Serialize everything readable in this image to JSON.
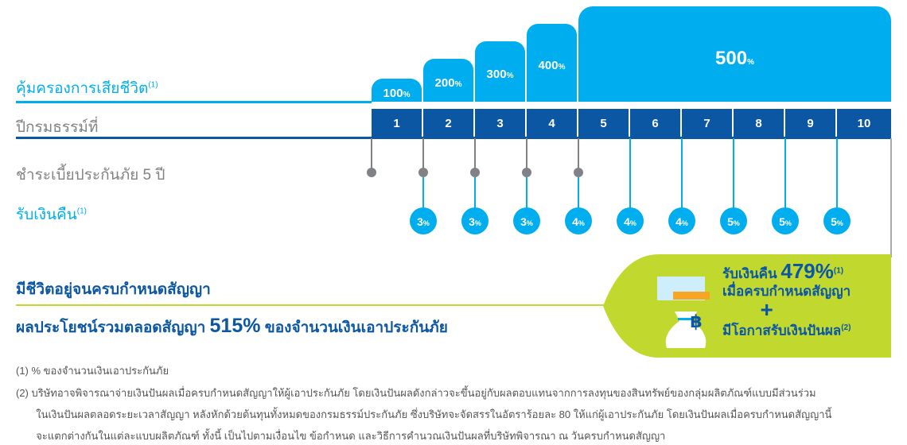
{
  "labels": {
    "death_cover": "คุ้มครองการเสียชีวิต",
    "death_sup": "(1)",
    "policy_year": "ปีกรมธรรม์ที่",
    "premium": "ชำระเบี้ยประกันภัย 5 ปี",
    "cash_back": "รับเงินคืน",
    "cash_back_sup": "(1)",
    "survive": "มีชีวิตอยู่จนครบกำหนดสัญญา",
    "total_pre": "ผลประโยชน์รวมตลอดสัญญา ",
    "total_val": "515%",
    "total_post": " ของจำนวนเงินเอาประกันภัย"
  },
  "coverage": [
    {
      "v": "100",
      "u": "%"
    },
    {
      "v": "200",
      "u": "%"
    },
    {
      "v": "300",
      "u": "%"
    },
    {
      "v": "400",
      "u": "%"
    },
    {
      "v": "500",
      "u": "%"
    }
  ],
  "years": [
    "1",
    "2",
    "3",
    "4",
    "5",
    "6",
    "7",
    "8",
    "9",
    "10"
  ],
  "cashback": [
    {
      "v": "3",
      "u": "%"
    },
    {
      "v": "3",
      "u": "%"
    },
    {
      "v": "3",
      "u": "%"
    },
    {
      "v": "4",
      "u": "%"
    },
    {
      "v": "4",
      "u": "%"
    },
    {
      "v": "4",
      "u": "%"
    },
    {
      "v": "5",
      "u": "%"
    },
    {
      "v": "5",
      "u": "%"
    },
    {
      "v": "5",
      "u": "%"
    }
  ],
  "maturity": {
    "line1": "รับเงินคืน ",
    "pct": "479%",
    "sup1": "(1)",
    "line2": "เมื่อครบกำหนดสัญญา",
    "plus": "+",
    "line3": "มีโอกาสรับเงินปันผล",
    "sup2": "(2)",
    "coin_symbol": "฿"
  },
  "footnotes": [
    "(1)   % ของจำนวนเงินเอาประกันภัย",
    "(2)   บริษัทอาจพิจารณาจ่ายเงินปันผลเมื่อครบกำหนดสัญญาให้ผู้เอาประกันภัย โดยเงินปันผลดังกล่าวจะขึ้นอยู่กับผลตอบแทนจากการลงทุนของสินทรัพย์ของกลุ่มผลิตภัณฑ์แบบมีส่วนร่วม",
    "       ในเงินปันผลตลอดระยะเวลาสัญญา หลังหักด้วยต้นทุนทั้งหมดของกรมธรรม์ประกันภัย ซึ่งบริษัทจะจัดสรรในอัตราร้อยละ 80 ให้แก่ผู้เอาประกันภัย โดยเงินปันผลเมื่อครบกำหนดสัญญานี้",
    "       จะแตกต่างกันในแต่ละแบบผลิตภัณฑ์ ทั้งนี้ เป็นไปตามเงื่อนไข ข้อกำหนด และวิธีการคำนวณเงินปันผลที่บริษัทพิจารณา ณ วันครบกำหนดสัญญา"
  ],
  "colors": {
    "light_blue": "#00aeef",
    "dark_blue": "#0b57a4",
    "green": "#c1d82f",
    "gray": "#808285"
  }
}
